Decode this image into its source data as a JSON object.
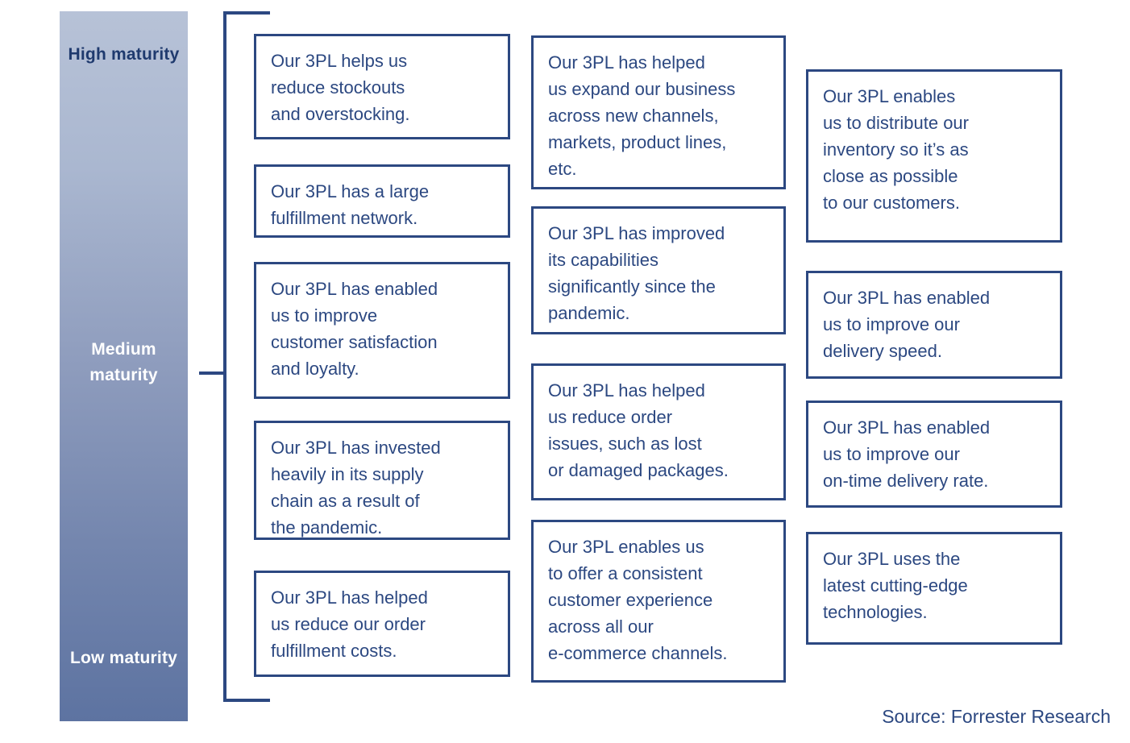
{
  "colors": {
    "ink": "#2c4881",
    "bracket": "#2c4881",
    "gradient_top": "#b7c2d7",
    "gradient_bottom": "#5d73a1",
    "high_label_color": "#1f3a6e",
    "low_label_color": "#ffffff",
    "background": "#ffffff"
  },
  "maturity_scale": {
    "high_label": "High\nmaturity",
    "medium_label": "Medium\nmaturity",
    "low_label": "Low\nmaturity"
  },
  "columns": [
    {
      "id": "column-1",
      "boxes": [
        "Our 3PL helps us\nreduce stockouts\nand overstocking.",
        "Our 3PL has a large\nfulfillment network.",
        "Our 3PL has enabled\nus to improve\ncustomer satisfaction\nand loyalty.",
        "Our 3PL has invested\nheavily in its supply\nchain as a result of\nthe pandemic.",
        "Our 3PL has helped\nus reduce our order\nfulfillment costs."
      ]
    },
    {
      "id": "column-2",
      "boxes": [
        "Our 3PL has helped\nus expand our business\nacross new channels,\nmarkets, product lines,\netc.",
        "Our 3PL has improved\nits capabilities\nsignificantly since the\npandemic.",
        "Our 3PL has helped\nus reduce order\nissues, such as lost\nor damaged packages.",
        "Our 3PL enables us\nto offer a consistent\ncustomer experience\nacross all our\ne-commerce channels."
      ]
    },
    {
      "id": "column-3",
      "boxes": [
        "Our 3PL enables\nus to distribute our\ninventory so it’s as\nclose as possible\nto our customers.",
        "Our 3PL has enabled\nus to improve our\ndelivery speed.",
        "Our 3PL has enabled\nus to improve our\non-time delivery rate.",
        "Our 3PL uses the\nlatest cutting-edge\ntechnologies."
      ]
    }
  ],
  "source": "Source: Forrester Research"
}
